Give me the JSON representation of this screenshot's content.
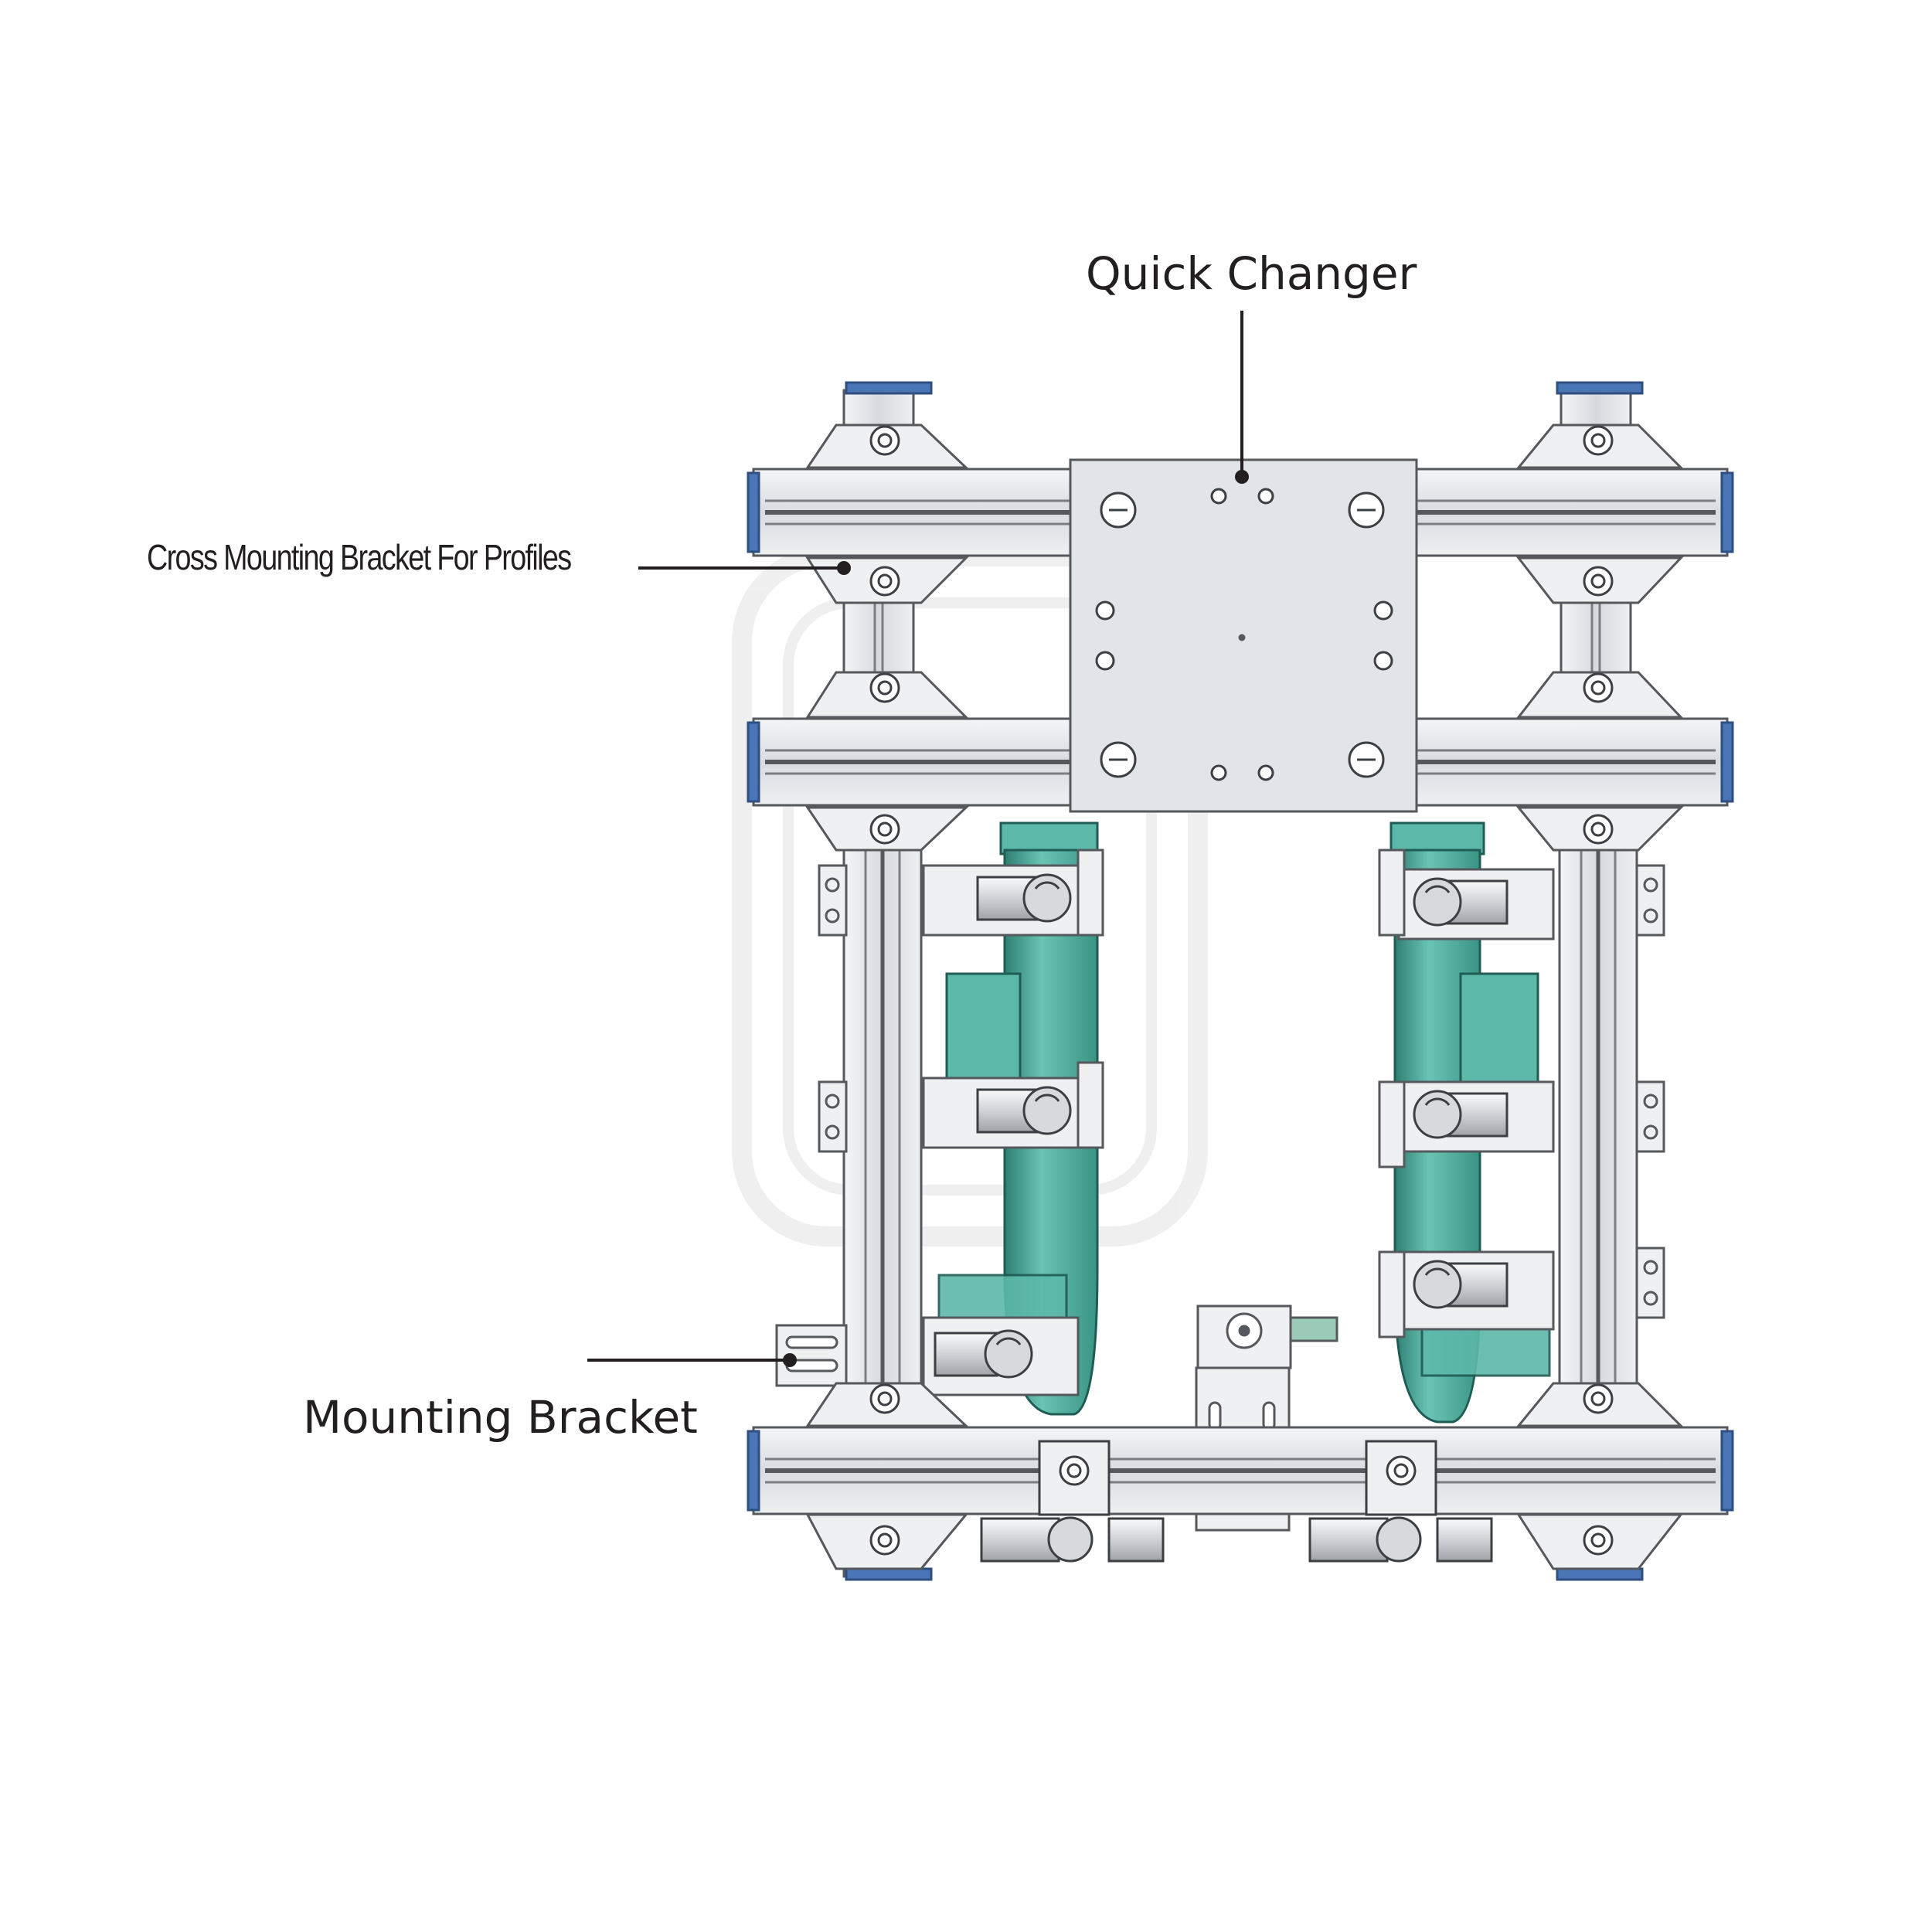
{
  "callouts": {
    "quick_changer": "Quick Changer",
    "cross_mounting_bracket": "Cross Mounting Bracket For Profiles",
    "mounting_bracket": "Mounting Bracket"
  },
  "colors": {
    "profile_fill": "#e3e6ea",
    "profile_stroke": "#55585c",
    "end_cap": "#4a76b8",
    "part_teal": "#5cb8a8",
    "part_teal_dark": "#2f7f73",
    "plate": "#dfe2e6",
    "leader": "#231f20"
  },
  "icons": {
    "bolt": "hex-socket-bolt-icon",
    "clamp": "toggle-clamp-icon"
  }
}
